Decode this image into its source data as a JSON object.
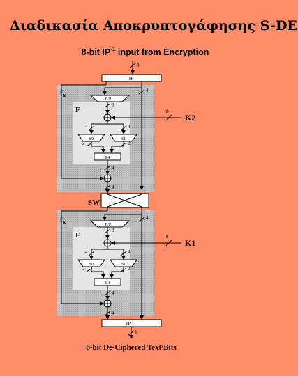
{
  "title": "Διαδικασία Αποκρυπτογάφησης S-DES",
  "input_label": {
    "main": "8-bit IP",
    "superscript": "-1",
    "rest": " input from Encryption"
  },
  "output_label": "8-bit De-Ciphered Text\\Bits",
  "blocks": {
    "ip": "IP",
    "sw": "SW",
    "ip_inverse": "IP",
    "ip_inverse_sup": "-1"
  },
  "rounds": [
    {
      "fk_main": "f",
      "fk_sub": "K",
      "f_label": "F",
      "ep": "E/P",
      "s0": "S0",
      "s1": "S1",
      "p4": "P4",
      "key": "K2"
    },
    {
      "fk_main": "f",
      "fk_sub": "K",
      "f_label": "F",
      "ep": "E/P",
      "s0": "S0",
      "s1": "S1",
      "p4": "P4",
      "key": "K1"
    }
  ],
  "bit_widths": {
    "eight": "8",
    "four": "4",
    "two": "2"
  },
  "colors": {
    "background": "#FF8C69",
    "fk_box": "#BEBEBE",
    "f_box": "#E6E6E6",
    "block_fill": "#FFFFFF",
    "line": "#000000"
  }
}
